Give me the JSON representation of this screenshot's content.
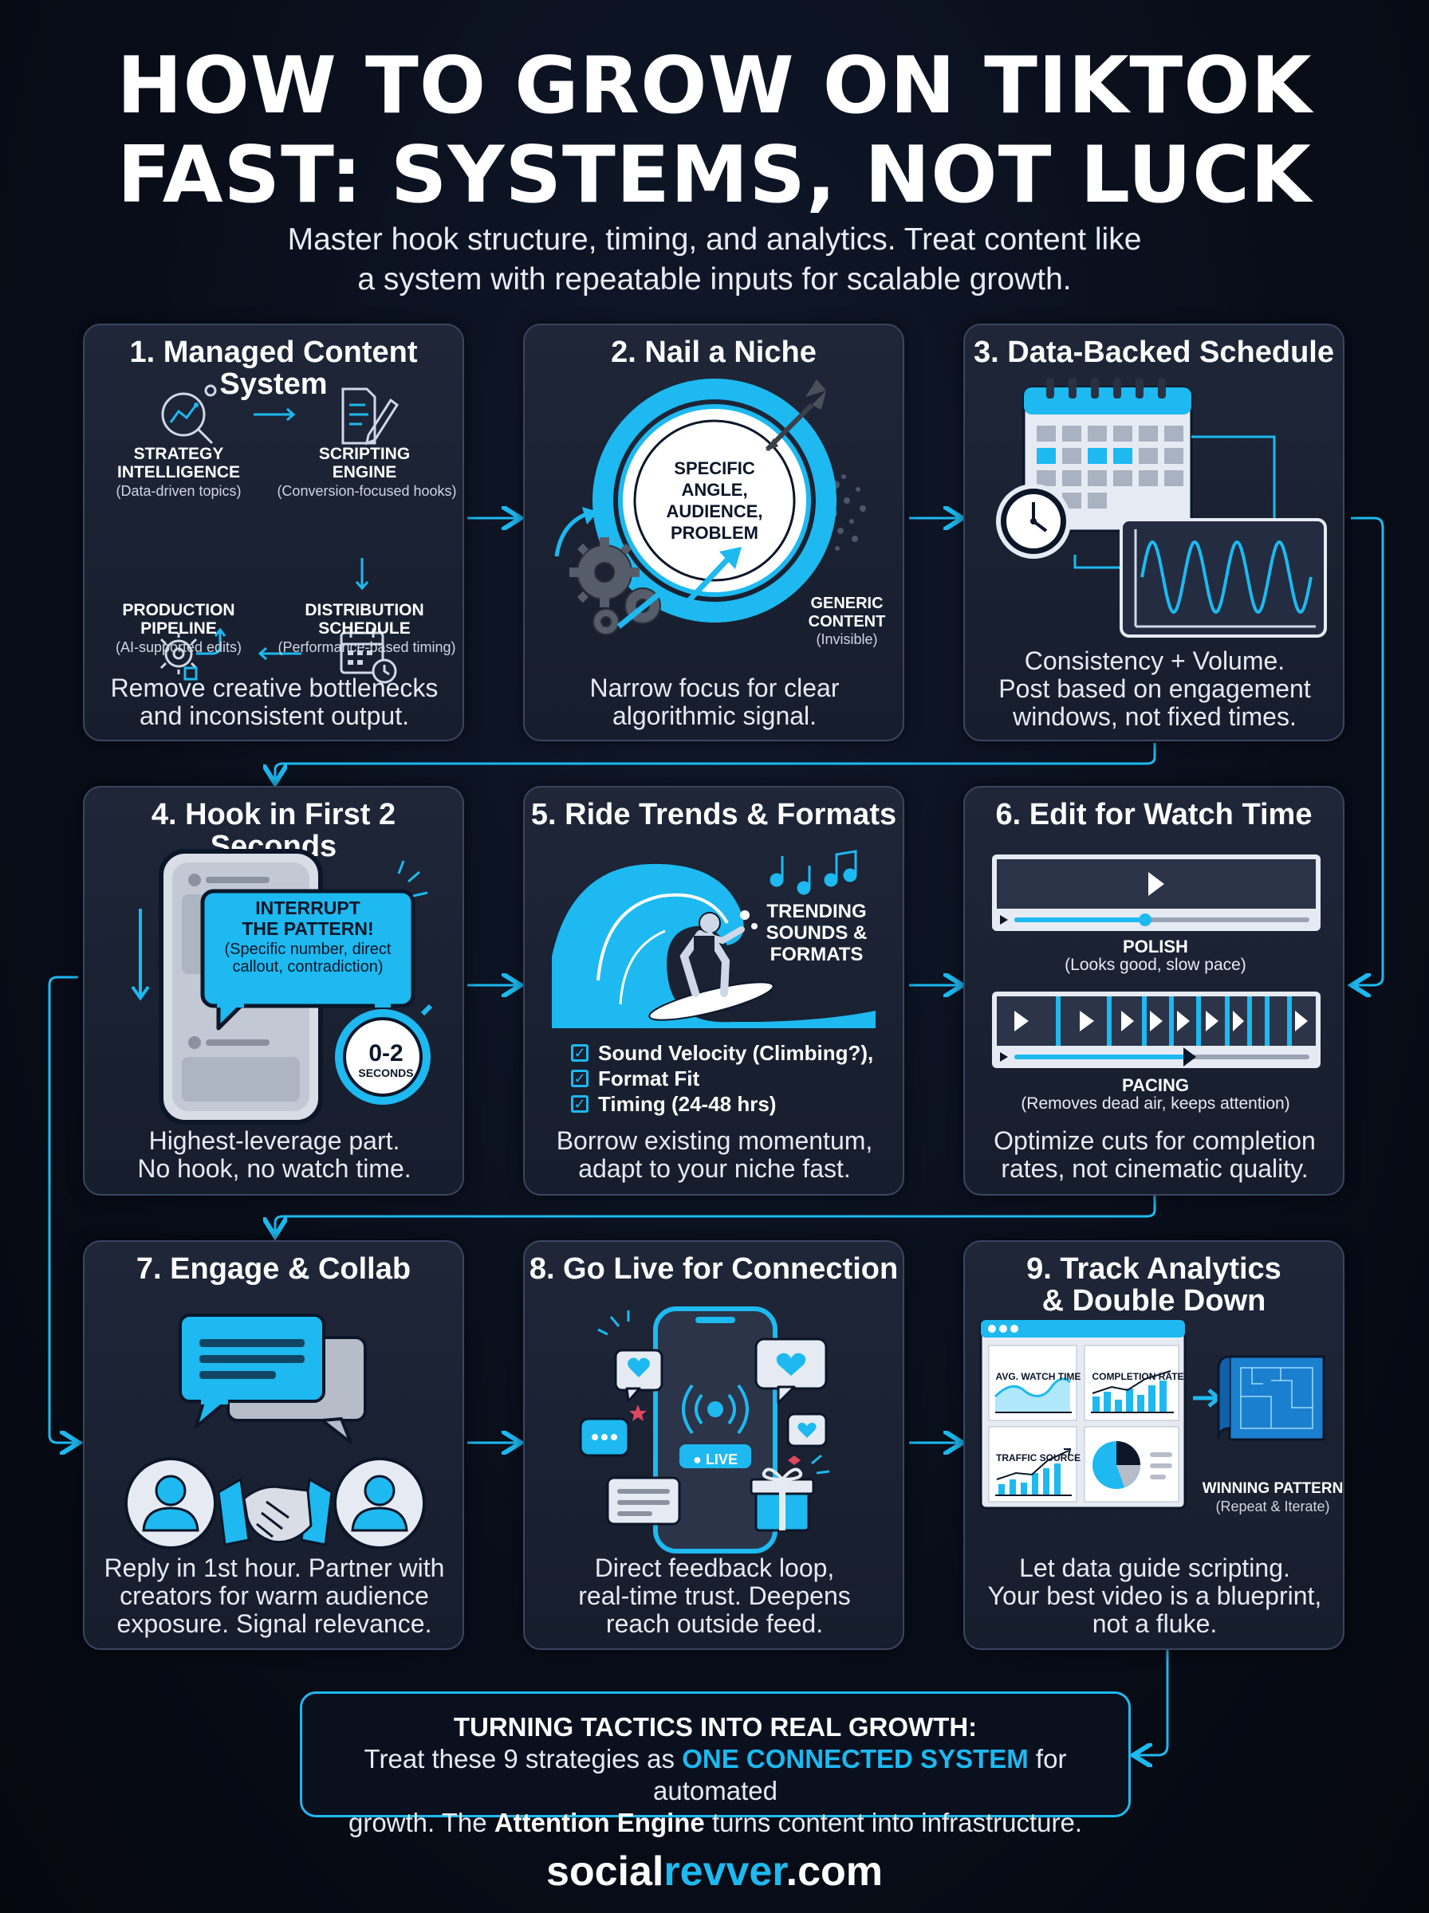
{
  "header": {
    "title_line1": "HOW TO GROW ON TIKTOK",
    "title_line2": "FAST: SYSTEMS, NOT LUCK",
    "subtitle_line1": "Master hook structure, timing, and analytics. Treat content like",
    "subtitle_line2": "a system with repeatable inputs for scalable growth."
  },
  "colors": {
    "accent": "#1db9f0",
    "background": "#080d18",
    "card": "#1a2233"
  },
  "cards": [
    {
      "title": "1. Managed Content System",
      "desc": [
        "Remove creative bottlenecks",
        "and inconsistent output."
      ],
      "nodes": [
        {
          "label": [
            "STRATEGY",
            "INTELLIGENCE"
          ],
          "sub": "(Data-driven topics)",
          "icon": "analytics-magnifier-icon"
        },
        {
          "label": [
            "SCRIPTING",
            "ENGINE"
          ],
          "sub": "(Conversion-focused hooks)",
          "icon": "script-pencil-icon"
        },
        {
          "label": [
            "PRODUCTION",
            "PIPELINE"
          ],
          "sub": "(AI-supported edits)",
          "icon": "gear-pipeline-icon"
        },
        {
          "label": [
            "DISTRIBUTION",
            "SCHEDULE"
          ],
          "sub": "(Performance-based timing)",
          "icon": "calendar-clock-icon"
        }
      ]
    },
    {
      "title": "2. Nail a Niche",
      "desc": [
        "Narrow focus for clear",
        "algorithmic signal."
      ],
      "target": [
        "SPECIFIC",
        "ANGLE,",
        "AUDIENCE,",
        "PROBLEM"
      ],
      "generic": [
        "GENERIC",
        "CONTENT"
      ],
      "generic_sub": "(Invisible)"
    },
    {
      "title": "3. Data-Backed Schedule",
      "desc": [
        "Consistency + Volume.",
        "Post based on engagement",
        "windows, not fixed times."
      ]
    },
    {
      "title": "4. Hook in First 2 Seconds",
      "desc": [
        "Highest-leverage part.",
        "No hook, no watch time."
      ],
      "bubble_title": [
        "INTERRUPT",
        "THE PATTERN!"
      ],
      "bubble_sub": [
        "(Specific number, direct",
        "callout, contradiction)"
      ],
      "timer": "0-2",
      "timer_unit": "SECONDS"
    },
    {
      "title": "5. Ride Trends & Formats",
      "desc": [
        "Borrow existing momentum,",
        "adapt to your niche fast."
      ],
      "wave_label": [
        "TRENDING",
        "SOUNDS &",
        "FORMATS"
      ],
      "checklist": [
        "Sound Velocity (Climbing?),",
        "Format Fit",
        "Timing (24-48 hrs)"
      ]
    },
    {
      "title": "6. Edit for Watch Time",
      "desc": [
        "Optimize cuts for completion",
        "rates, not cinematic quality."
      ],
      "polish": "POLISH",
      "polish_sub": "(Looks good, slow pace)",
      "pacing": "PACING",
      "pacing_sub": "(Removes dead air, keeps attention)"
    },
    {
      "title": "7. Engage & Collab",
      "desc": [
        "Reply in 1st hour. Partner with",
        "creators for warm audience",
        "exposure. Signal relevance."
      ]
    },
    {
      "title": "8. Go Live for Connection",
      "desc": [
        "Direct feedback loop,",
        "real-time trust. Deepens",
        "reach outside feed."
      ],
      "live_badge": "LIVE"
    },
    {
      "title": [
        "9. Track Analytics",
        "& Double Down"
      ],
      "desc": [
        "Let data guide scripting.",
        "Your best video is a blueprint,",
        "not a fluke."
      ],
      "panels": [
        "AVG. WATCH TIME",
        "COMPLETION RATE",
        "TRAFFIC SOURCE"
      ],
      "winning": "WINNING PATTERN",
      "winning_sub": "(Repeat & Iterate)"
    }
  ],
  "summary": {
    "title": "TURNING TACTICS INTO REAL GROWTH:",
    "line1_a": "Treat these 9 strategies as ",
    "line1_hl": "ONE CONNECTED SYSTEM",
    "line1_b": " for automated",
    "line2_a": "growth. The ",
    "line2_strong": "Attention Engine",
    "line2_b": " turns content into infrastructure."
  },
  "footer": {
    "part1": "social",
    "part2": "revver",
    "part3": ".com"
  }
}
